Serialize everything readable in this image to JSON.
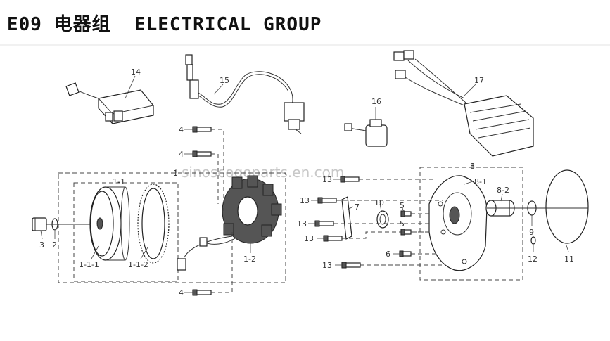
{
  "header": {
    "title": "E09 电器组  ELECTRICAL GROUP"
  },
  "watermark": "sinoscogoparts.en.com",
  "callouts": {
    "c1": "1",
    "c1_1": "1-1",
    "c1_1_1": "1-1-1",
    "c1_1_2": "1-1-2",
    "c1_2": "1-2",
    "c2": "2",
    "c3": "3",
    "c4_top": "4",
    "c4_mid": "4",
    "c4_bot": "4",
    "c5_top": "5",
    "c5_bot": "5",
    "c6": "6",
    "c7": "7",
    "c8": "8",
    "c8_1": "8-1",
    "c8_2": "8-2",
    "c9": "9",
    "c10": "10",
    "c11": "11",
    "c12": "12",
    "c13_a": "13",
    "c13_b": "13",
    "c13_c": "13",
    "c13_d": "13",
    "c13_e": "13",
    "c14": "14",
    "c15": "15",
    "c16": "16",
    "c17": "17"
  }
}
